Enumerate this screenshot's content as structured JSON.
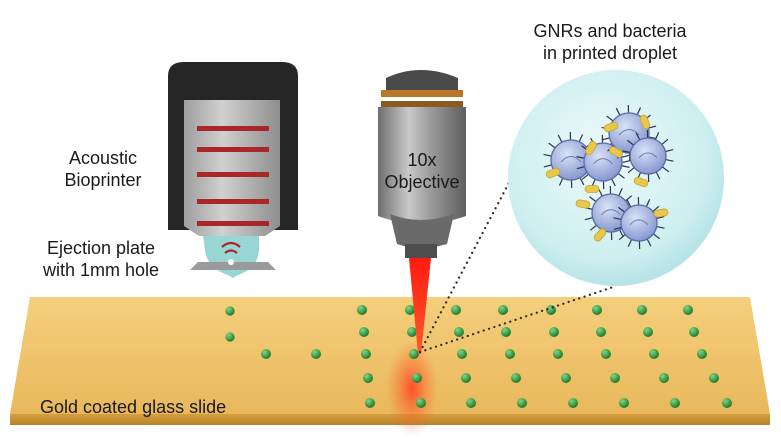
{
  "labels": {
    "bioprinter": [
      "Acoustic",
      "Bioprinter"
    ],
    "ejection_plate": [
      "Ejection plate",
      "with 1mm hole"
    ],
    "objective": [
      "10x",
      "Objective"
    ],
    "droplet": [
      "GNRs and bacteria",
      "in printed droplet"
    ],
    "slide": "Gold coated glass slide"
  },
  "colors": {
    "slide_top": "#f0c46c",
    "slide_edge": "#d79e3e",
    "printer_cap": "#262626",
    "printer_body": "#bdbdbd",
    "printer_bands": "#a8282a",
    "ejection_plate": "#8fd3d2",
    "laser": "#ff2a1a",
    "objective_body": "#9a9a9a",
    "objective_ring": "#b87a2a",
    "droplet_fill": "#d4f0f2",
    "bacteria": "#9fb2e0",
    "gold_nanorod": "#e8c84a",
    "printed_drop": "#2f9a3a"
  }
}
